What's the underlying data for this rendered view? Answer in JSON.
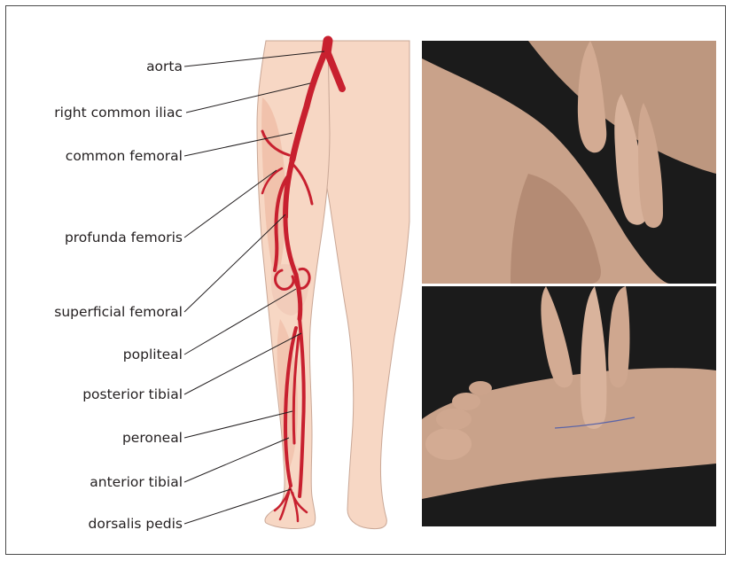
{
  "figure": {
    "labels": {
      "aorta": "aorta",
      "right_common_iliac": "right common iliac",
      "common_femoral": "common femoral",
      "profunda_femoris": "profunda femoris",
      "superficial_femoral": "superficial femoral",
      "popliteal": "popliteal",
      "posterior_tibial": "posterior tibial",
      "peroneal": "peroneal",
      "anterior_tibial": "anterior tibial",
      "dorsalis_pedis": "dorsalis pedis"
    },
    "colors": {
      "artery": "#c8202f",
      "skin": "#f7d7c4",
      "skin_outline": "#c9a796",
      "muscle": "#eeb9a3",
      "leader_line": "#231f20",
      "photo_background": "#1b1b1b",
      "photo_skin": "#c9a28a"
    }
  }
}
